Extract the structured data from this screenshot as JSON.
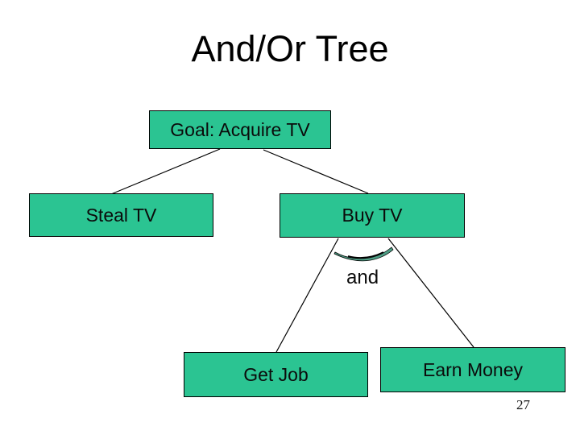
{
  "slide": {
    "title": "And/Or Tree",
    "page_number": "27",
    "background_color": "#FFFFFF"
  },
  "diagram": {
    "type": "and-or-tree",
    "nodes": [
      {
        "id": "goal",
        "label": "Goal: Acquire TV"
      },
      {
        "id": "steal-tv",
        "label": "Steal TV"
      },
      {
        "id": "buy-tv",
        "label": "Buy TV"
      },
      {
        "id": "get-job",
        "label": "Get Job"
      },
      {
        "id": "earn-money",
        "label": "Earn Money"
      }
    ],
    "edges": [
      {
        "from": "goal",
        "to": "steal-tv",
        "relation": "or"
      },
      {
        "from": "goal",
        "to": "buy-tv",
        "relation": "or"
      },
      {
        "from": "buy-tv",
        "to": "get-job",
        "relation": "and"
      },
      {
        "from": "buy-tv",
        "to": "earn-money",
        "relation": "and"
      }
    ],
    "and_connector_label": "and",
    "colors": {
      "node_fill": "#2BC492",
      "node_border": "#000000",
      "edge_line": "#000000",
      "and_arc_fill": "#4E9E85",
      "text": "#000000"
    }
  }
}
